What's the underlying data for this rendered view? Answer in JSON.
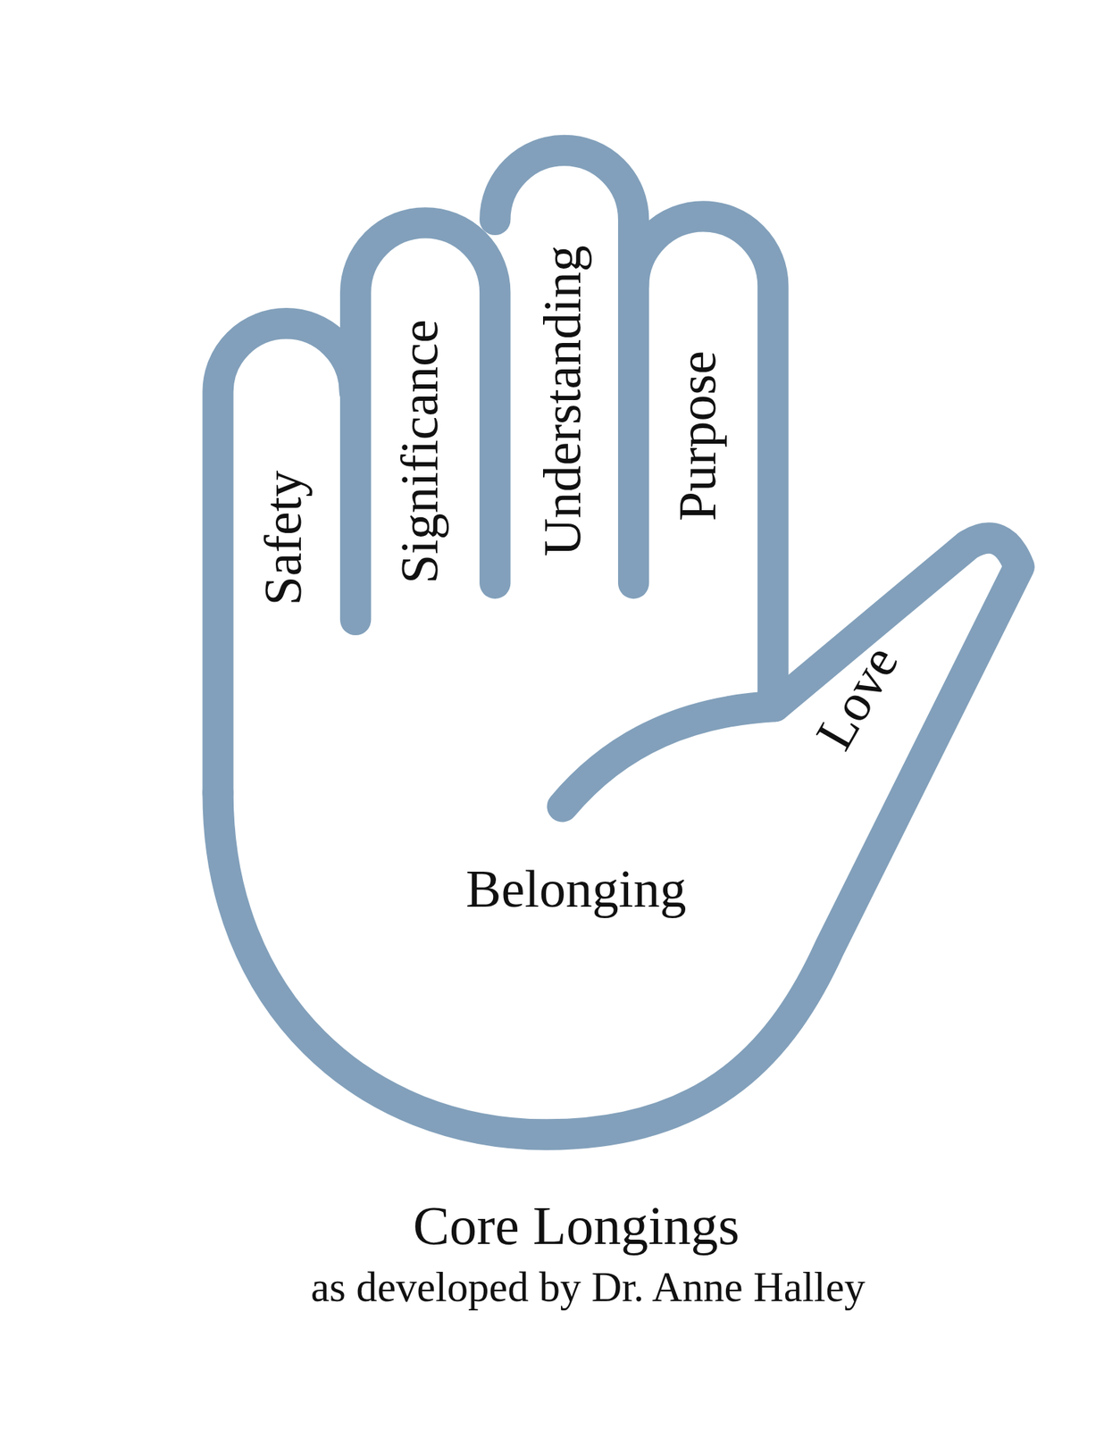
{
  "diagram": {
    "title": "Core Longings",
    "caption": "as developed by Dr. Anne Halley",
    "labels": [
      "Safety",
      "Significance",
      "Understanding",
      "Purpose",
      "Love",
      "Belonging"
    ]
  }
}
